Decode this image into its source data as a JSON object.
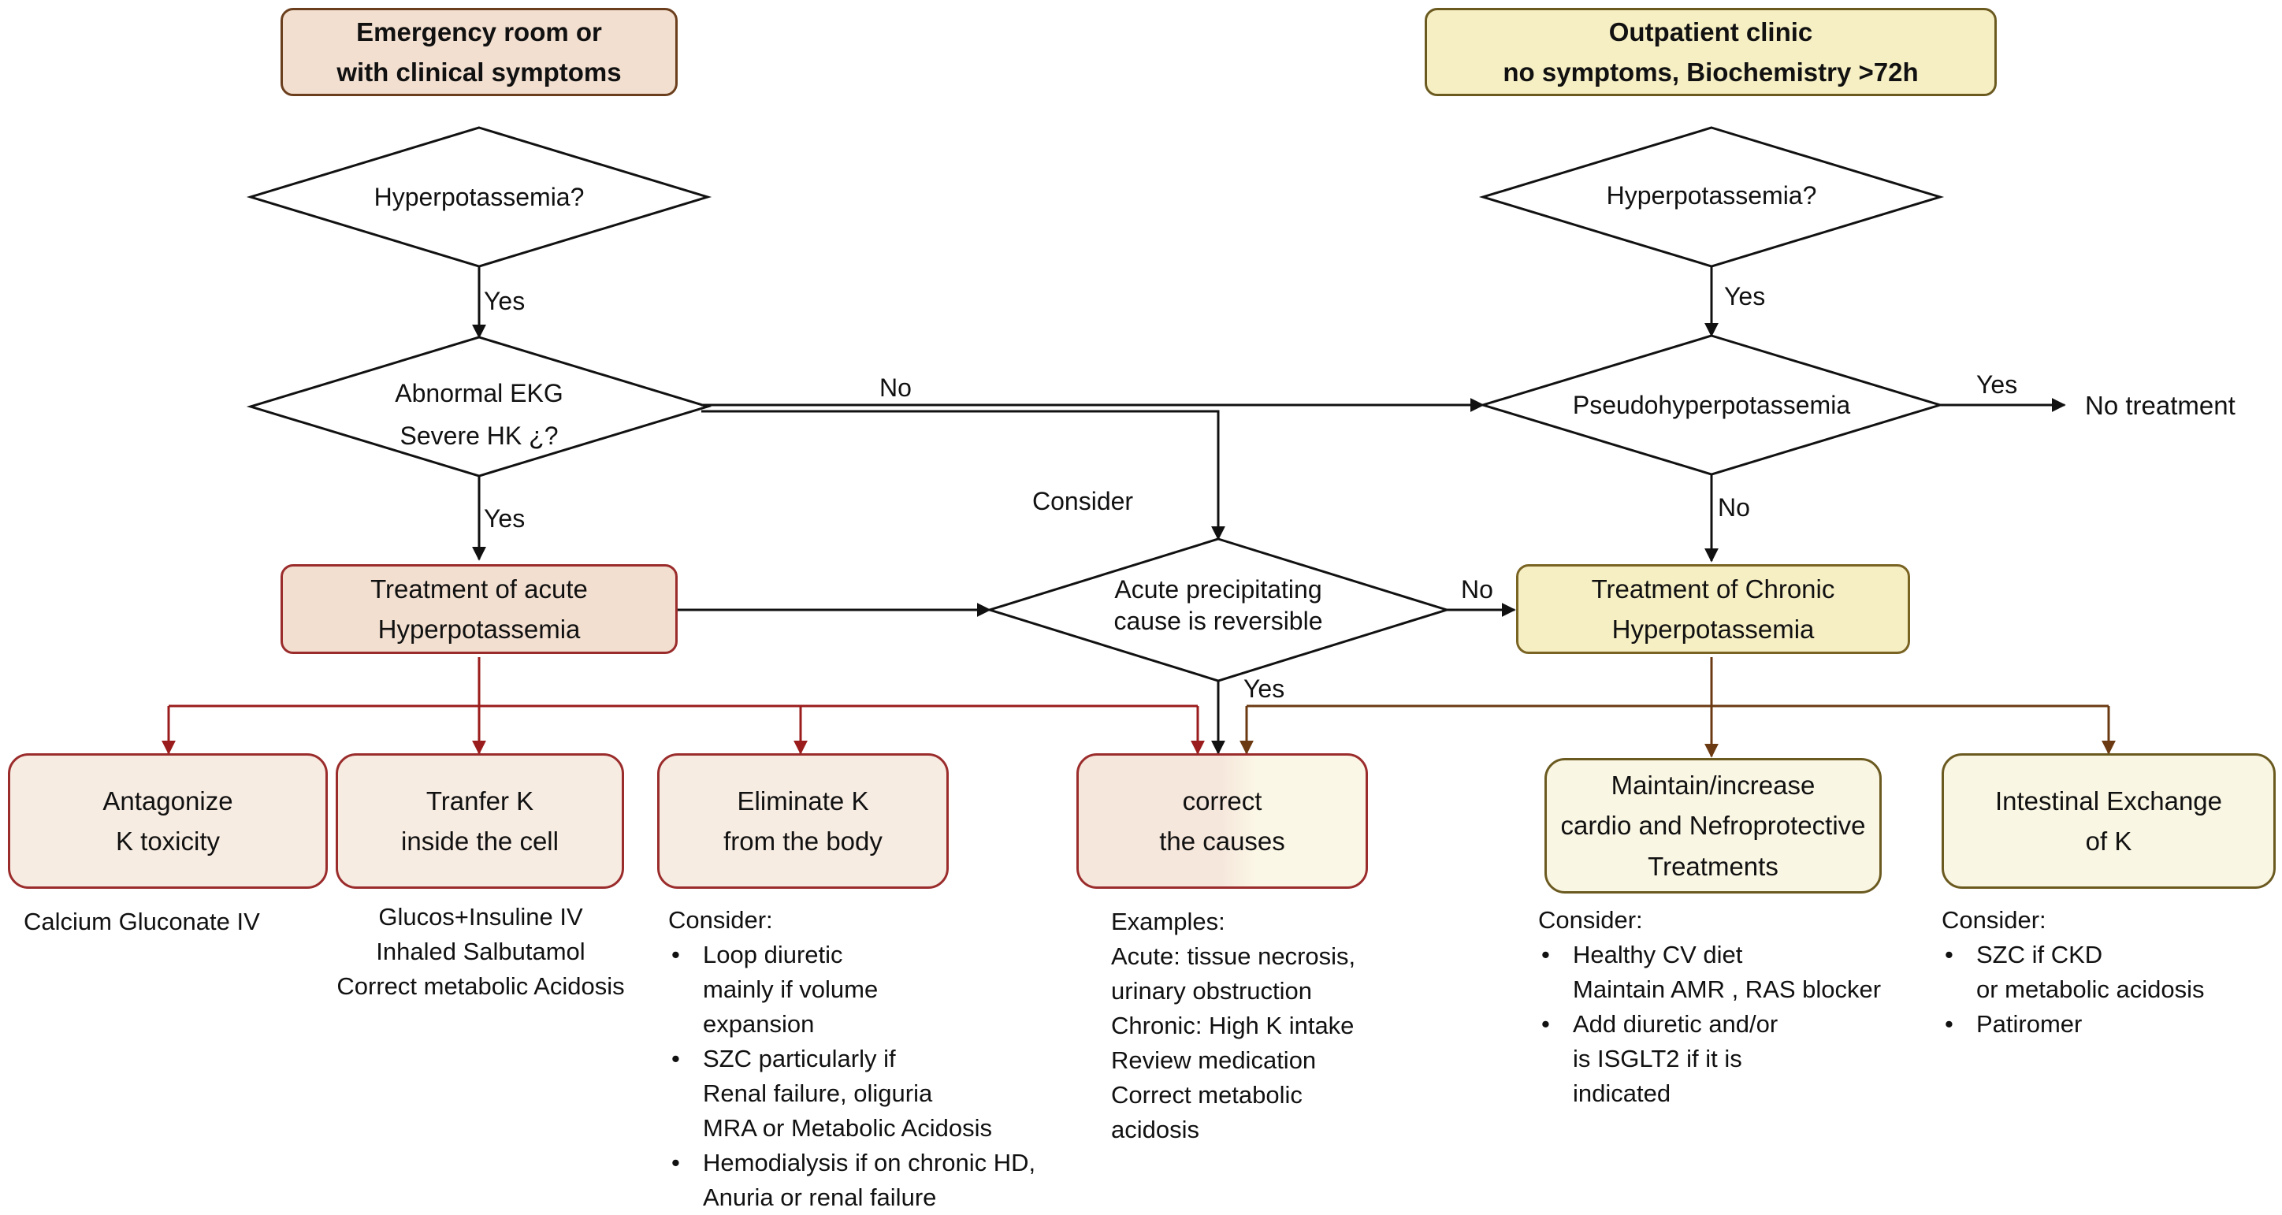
{
  "headers": {
    "left": [
      "Emergency room or",
      "with clinical symptoms"
    ],
    "right": [
      "Outpatient clinic",
      "no symptoms, Biochemistry >72h"
    ]
  },
  "decisions": {
    "left_hyper": "Hyperpotassemia?",
    "abnormal": [
      "Abnormal EKG",
      "Severe HK ¿?"
    ],
    "right_hyper": "Hyperpotassemia?",
    "pseudo": "Pseudohyperpotassemia",
    "acute_cause": [
      "Acute precipitating",
      "cause is reversible"
    ]
  },
  "treatments": {
    "acute": [
      "Treatment of acute",
      "Hyperpotassemia"
    ],
    "chronic": [
      "Treatment of Chronic",
      "Hyperpotassemia"
    ]
  },
  "actions": {
    "antagonize": [
      "Antagonize",
      "K toxicity"
    ],
    "transfer": [
      "Tranfer K",
      "inside the cell"
    ],
    "eliminate": [
      "Eliminate K",
      "from the body"
    ],
    "correct": [
      "correct",
      "the causes"
    ],
    "maintain": [
      "Maintain/increase",
      "cardio and Nefroprotective",
      "Treatments"
    ],
    "intestinal": [
      "Intestinal Exchange",
      "of K"
    ]
  },
  "edge_labels": {
    "yes_1": "Yes",
    "yes_2": "Yes",
    "yes_3": "Yes",
    "yes_4": "Yes",
    "yes_5": "Yes",
    "no_1": "No",
    "no_2": "No",
    "no_3": "No",
    "consider": "Consider",
    "no_treatment": "No treatment"
  },
  "details": {
    "antagonize": "Calcium Gluconate IV",
    "transfer": [
      "Glucos+Insuline IV",
      "Inhaled Salbutamol",
      "Correct metabolic  Acidosis"
    ],
    "eliminate": {
      "heading": "Consider:",
      "items": [
        [
          "Loop diuretic",
          "mainly if volume",
          "expansion"
        ],
        [
          "SZC particularly if",
          "Renal failure, oliguria",
          "MRA or Metabolic Acidosis"
        ],
        [
          "Hemodialysis if on chronic HD,",
          "Anuria or renal failure"
        ]
      ]
    },
    "correct": {
      "heading": "Examples:",
      "lines": [
        "Acute: tissue necrosis,",
        "urinary obstruction",
        "Chronic: High K intake",
        "Review medication",
        "Correct metabolic",
        "acidosis"
      ]
    },
    "maintain": {
      "heading": "Consider:",
      "items": [
        [
          "Healthy CV diet",
          "Maintain AMR , RAS blocker"
        ],
        [
          "Add diuretic and/or",
          "is ISGLT2 if it is",
          "indicated"
        ]
      ]
    },
    "intestinal": {
      "heading": "Consider:",
      "items": [
        [
          "SZC if CKD",
          "or metabolic acidosis"
        ],
        [
          "Patiromer"
        ]
      ]
    }
  },
  "colors": {
    "black_line": "#111111",
    "red_line": "#9b1c1c",
    "brown_line": "#6b3a12"
  }
}
